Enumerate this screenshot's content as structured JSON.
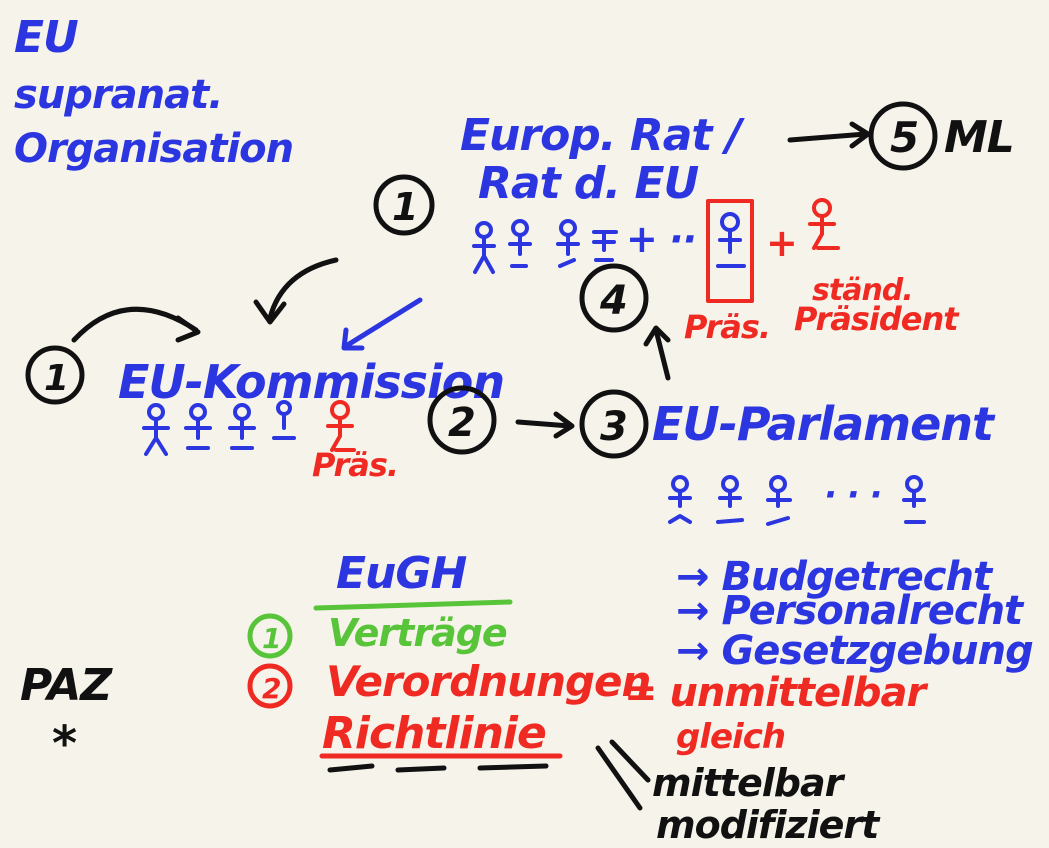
{
  "colors": {
    "background": "#f6f3ea",
    "blue_ink": "#2b35e0",
    "red_ink": "#ef2a23",
    "green_ink": "#57c43a",
    "black_ink": "#111111"
  },
  "heading": {
    "line1": "EU",
    "line2": "supranat.",
    "line3": "Organisation"
  },
  "council": {
    "title_line1": "Europ. Rat /",
    "title_line2": "Rat d. EU",
    "dots": "+ ··",
    "plus": "+",
    "members_icon": "person-icon",
    "president_label_line1": "Präs.",
    "president_label_line2": "ständ.",
    "president_label_line3": "Präsident"
  },
  "ml": {
    "number": "5",
    "label": "ML"
  },
  "commission": {
    "number": "1",
    "title": "EU-Kommission",
    "president_label": "Präs."
  },
  "parliament": {
    "number": "3",
    "title": "EU-Parlament",
    "dots": "· · ·",
    "rights": [
      "→ Budgetrecht",
      "→ Personalrecht",
      "→ Gesetzgebung"
    ]
  },
  "markers": {
    "one_top": "1",
    "two": "2",
    "four": "4"
  },
  "court": {
    "title": "EuGH",
    "item1_number": "1",
    "item1_text": "Verträge",
    "item2_number": "2",
    "item2_text": "Verordnungen",
    "item3_text": "Richtlinie",
    "direct_line1": "= unmittelbar",
    "direct_line2": "gleich",
    "indirect_line1": "mittelbar",
    "indirect_line2": "modifiziert"
  },
  "side_note": {
    "label": "PAZ",
    "star": "*"
  }
}
